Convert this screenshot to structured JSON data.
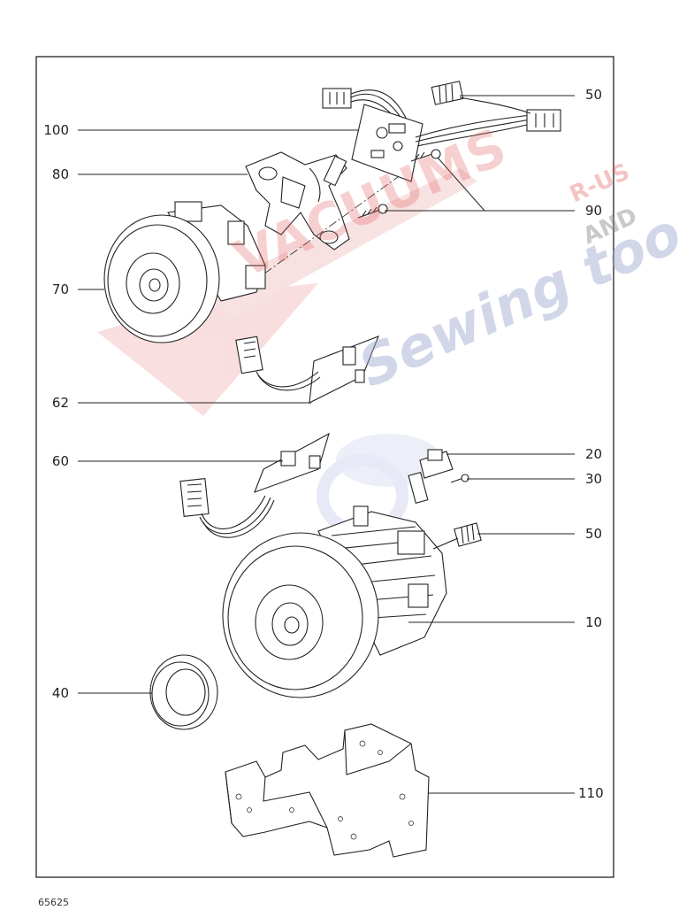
{
  "watermark": {
    "brand_main": "VACUUMS",
    "brand_small_1": "R-US",
    "brand_small_2": "AND",
    "brand_script": "Sewing too",
    "colors": {
      "red": "#e25a5a",
      "grey": "#8a8a8a",
      "blue": "#9aa6cf"
    }
  },
  "callouts": [
    {
      "label": "50"
    },
    {
      "label": "100"
    },
    {
      "label": "80"
    },
    {
      "label": "90"
    },
    {
      "label": "70"
    },
    {
      "label": "62"
    },
    {
      "label": "60"
    },
    {
      "label": "20"
    },
    {
      "label": "30"
    },
    {
      "label": "50"
    },
    {
      "label": "10"
    },
    {
      "label": "40"
    },
    {
      "label": "110"
    }
  ],
  "footer": {
    "code": "65625"
  }
}
